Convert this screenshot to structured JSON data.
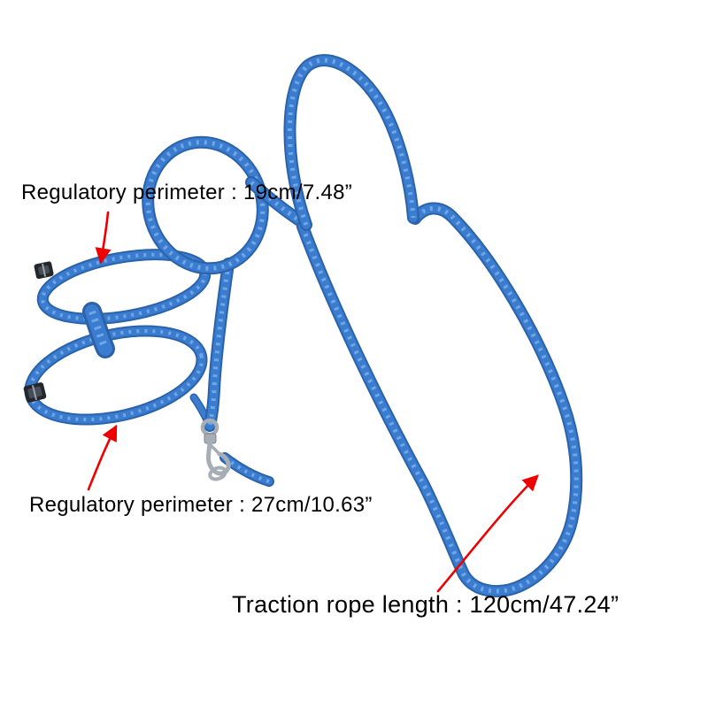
{
  "photo": {
    "subject": "Blue braided reptile harness with two adjustable loops, metal swivel clasp and long traction leash on white background"
  },
  "colors": {
    "rope": "#3a7cd0",
    "rope_dark": "#2b62a8",
    "rope_light": "#7fb0e8",
    "metal": "#a6adb5",
    "metal_dark": "#7c838c",
    "buckle": "#23262b",
    "annotation_arrow": "#ee0000",
    "annotation_text": "#000000",
    "background": "#ffffff"
  },
  "annotations": {
    "upper_loop": {
      "label": "Regulatory perimeter : 19cm/7.48”"
    },
    "lower_loop": {
      "label": "Regulatory perimeter : 27cm/10.63”"
    },
    "rope_length": {
      "label": "Traction rope length : 120cm/47.24”"
    }
  }
}
